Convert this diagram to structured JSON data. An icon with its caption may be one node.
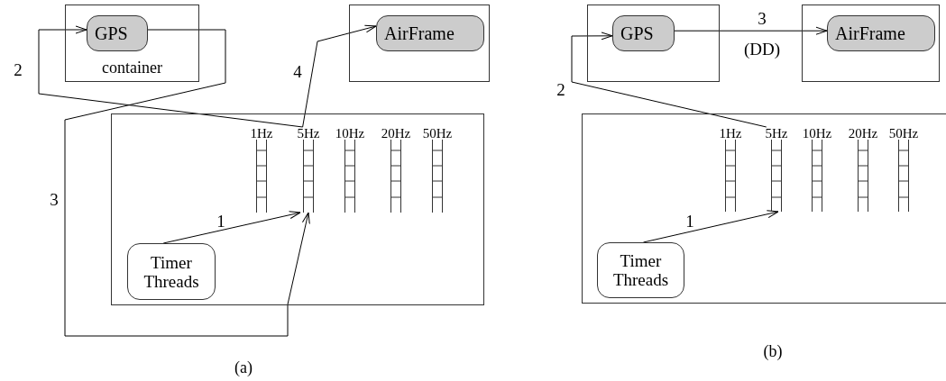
{
  "diagram": {
    "nodes": [
      {
        "text": [
          "container"
        ]
      },
      {
        "text": [
          "GPS"
        ],
        "in": 0
      },
      {
        "text": [],
        "shape": "box"
      },
      {
        "text": [
          "AirFrame"
        ],
        "in": 2
      },
      {
        "text": [],
        "shape": "box"
      },
      {
        "text": [
          "1Hz"
        ],
        "in": 4
      },
      {
        "text": [
          "5Hz"
        ],
        "in": 4
      },
      {
        "text": [
          "10Hz"
        ],
        "in": 4
      },
      {
        "text": [
          "20Hz"
        ],
        "in": 4
      },
      {
        "text": [
          "50Hz"
        ],
        "in": 4
      },
      {
        "text": [
          "Timer Threads"
        ],
        "in": 4
      },
      {
        "text": [],
        "shape": "box"
      },
      {
        "text": [
          "GPS"
        ],
        "in": 11
      },
      {
        "text": [],
        "shape": "box"
      },
      {
        "text": [
          "AirFrame"
        ],
        "in": 13
      },
      {
        "text": [],
        "shape": "box"
      },
      {
        "text": [
          "1Hz"
        ],
        "in": 15
      },
      {
        "text": [
          "5Hz"
        ],
        "in": 15
      },
      {
        "text": [
          "10Hz"
        ],
        "in": 15
      },
      {
        "text": [
          "20Hz"
        ],
        "in": 15
      },
      {
        "text": [
          "50Hz"
        ],
        "in": 15
      },
      {
        "text": [
          "Timer Threads"
        ],
        "in": 15
      }
    ],
    "edges": [
      {
        "from": 10,
        "to": 6,
        "arrow": "to",
        "label": "1"
      },
      {
        "from": 6,
        "to": 1,
        "arrow": "to",
        "label": "2"
      },
      {
        "from": 1,
        "to": 6,
        "arrow": "to",
        "label": "3"
      },
      {
        "from": 6,
        "to": 3,
        "arrow": "to",
        "label": "4"
      },
      {
        "from": 21,
        "to": 17,
        "arrow": "to",
        "label": "1"
      },
      {
        "from": 17,
        "to": 12,
        "arrow": "to",
        "label": "2"
      },
      {
        "from": 12,
        "to": 14,
        "arrow": "to",
        "label": "3 (DD)"
      }
    ],
    "labels": [
      "(a)",
      "(b)"
    ]
  }
}
